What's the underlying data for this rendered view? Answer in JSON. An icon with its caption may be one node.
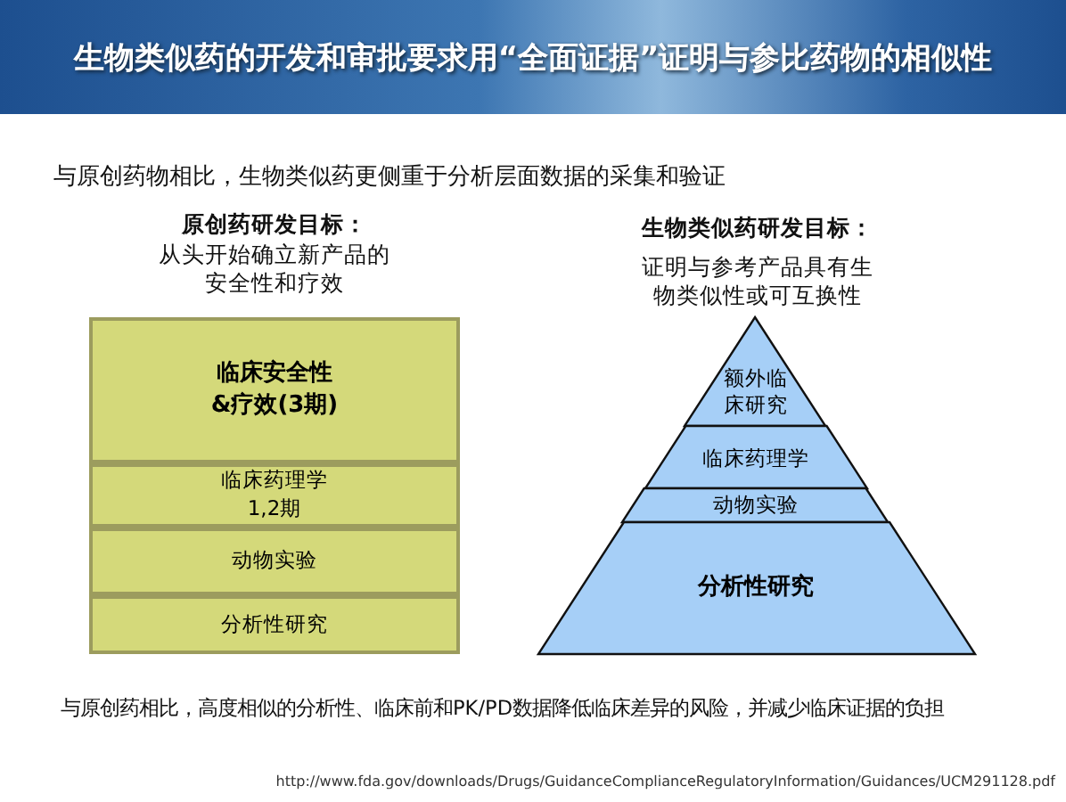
{
  "diagram": {
    "title": "生物类似药的开发和审批要求用“全面证据”证明与参比药物的相似性",
    "nodes": [
      {
        "text": [
          "原创药研发目标：",
          "从头开始确立新产品的安全性和疗效"
        ]
      },
      {
        "text": [
          "临床安全性&疗效(3期)"
        ],
        "in": 0
      },
      {
        "text": [
          "临床药理学1,2期"
        ],
        "in": 0
      },
      {
        "text": [
          "动物实验"
        ],
        "in": 0
      },
      {
        "text": [
          "分析性研究"
        ],
        "in": 0
      },
      {
        "text": [
          "生物类似药研发目标：",
          "证明与参考产品具有生物类似性或可互换性"
        ]
      },
      {
        "text": [
          "额外临床研究"
        ],
        "in": 5
      },
      {
        "text": [
          "临床药理学"
        ],
        "in": 5
      },
      {
        "text": [
          "动物实验"
        ],
        "in": 5
      },
      {
        "text": [
          "分析性研究"
        ],
        "in": 5
      }
    ],
    "labels": [
      "与原创药物相比，生物类似药更侧重于分析层面数据的采集和验证",
      "与原创药相比，高度相似的分析性、临床前和PK/PD数据降低临床差异的风险，并减少临床证据的负担",
      "http://www.fda.gov/downloads/Drugs/GuidanceComplianceRegulatoryInformation/Guidances/UCM291128.pdf"
    ]
  }
}
